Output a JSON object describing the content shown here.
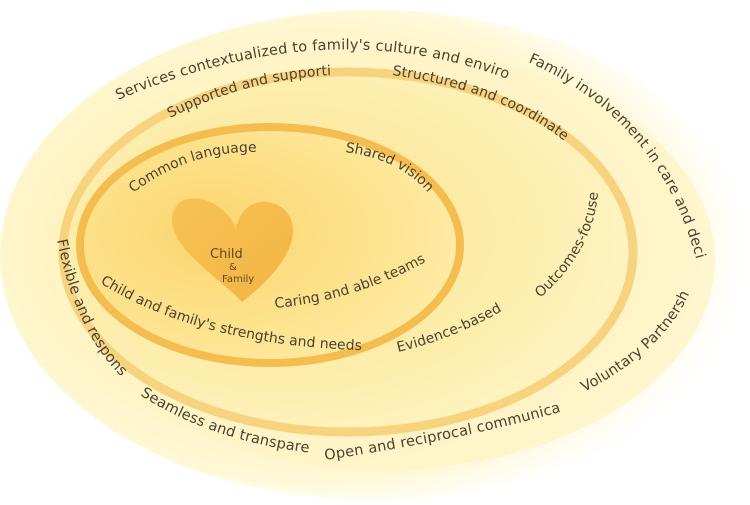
{
  "diagram": {
    "title": "Child and family centered system of care",
    "center": {
      "line1": "Child",
      "line2": "&",
      "line3": "Family"
    },
    "inner_ring": {
      "labels": [
        "Common language",
        "Shared vision",
        "Caring and able teams",
        "Child and family's strengths and needs"
      ]
    },
    "middle_ring": {
      "labels": [
        "Supported and supportive",
        "Structured and coordinated",
        "Outcomes-focused",
        "Evidence-based"
      ]
    },
    "outer_ring": {
      "labels": [
        "Services contextualized to family's culture and environment",
        "Family involvement in care and decisions",
        "Voluntary Partnerships",
        "Open and reciprocal communication",
        "Seamless and transparent",
        "Flexible and responsive"
      ]
    },
    "colors": {
      "outer_glow": "#fff6c4",
      "ring_outer_band": "#f8d98a",
      "ring_middle_band": "#f6c65e",
      "ring_inner_band": "#f3b84a",
      "heart": "#f5bb4e",
      "text": "#4a4130"
    }
  }
}
